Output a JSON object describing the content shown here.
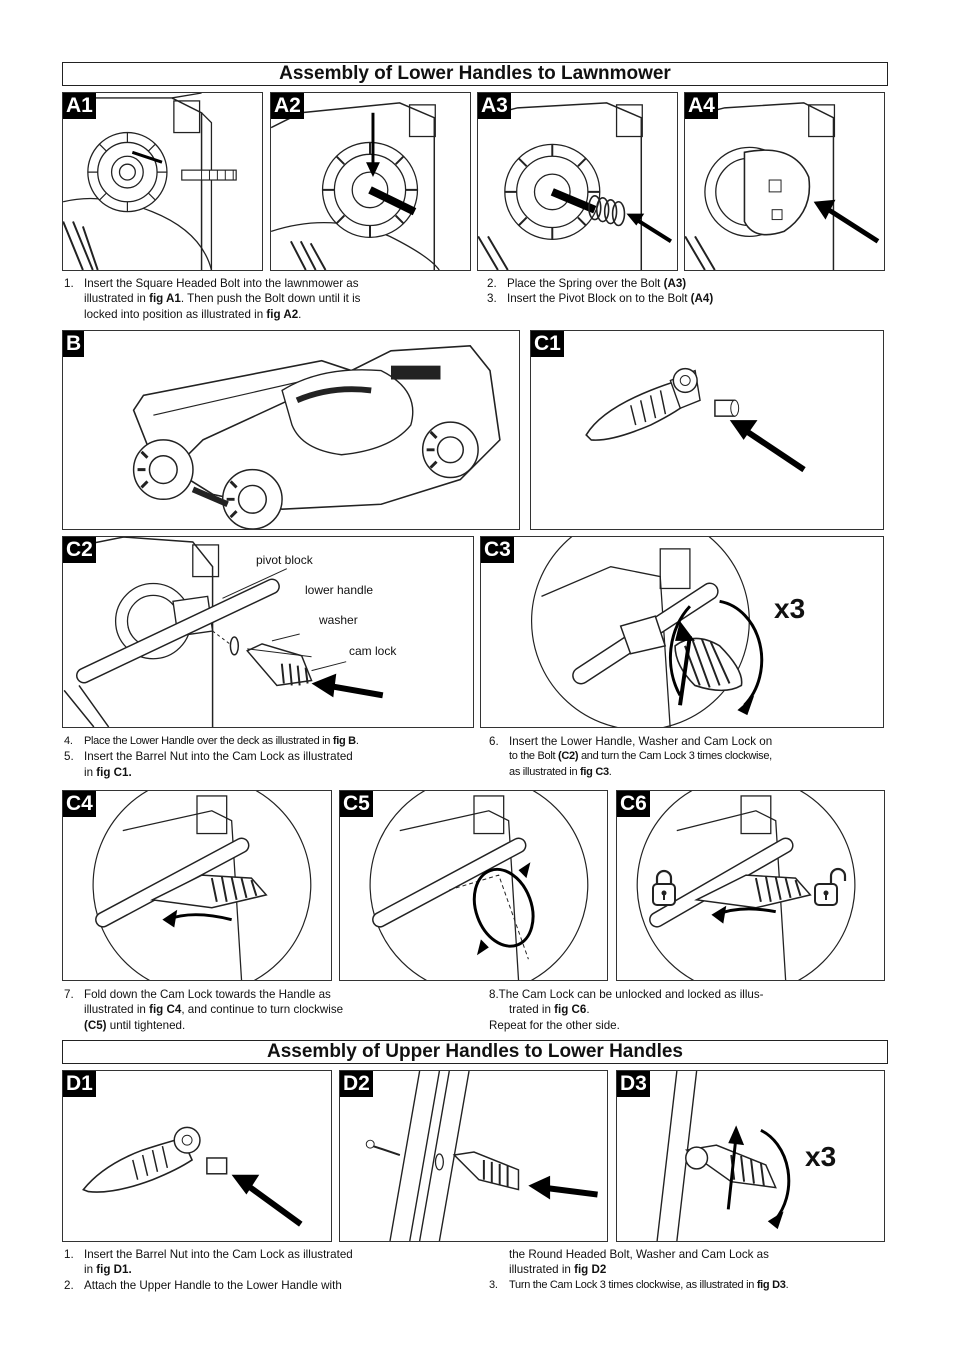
{
  "section1": {
    "title": "Assembly of Lower Handles to Lawnmower"
  },
  "section2": {
    "title": "Assembly of Upper Handles to Lower Handles"
  },
  "figs": {
    "A1": "A1",
    "A2": "A2",
    "A3": "A3",
    "A4": "A4",
    "B": "B",
    "C1": "C1",
    "C2": "C2",
    "C3": "C3",
    "C4": "C4",
    "C5": "C5",
    "C6": "C6",
    "D1": "D1",
    "D2": "D2",
    "D3": "D3"
  },
  "c2_labels": {
    "pivot_block": "pivot block",
    "lower_handle": "lower handle",
    "washer": "washer",
    "cam_lock": "cam lock"
  },
  "c3_times": "x3",
  "d3_times": "x3",
  "steps": {
    "s1": {
      "num": "1.",
      "a": "Insert the Square Headed Bolt into the lawnmower as",
      "b": "illustrated in ",
      "b_fig": "fig A1",
      "b_rest": ".  Then push the Bolt down until it is",
      "c": "locked into position as illustrated in ",
      "c_fig": "fig A2",
      "c_end": "."
    },
    "s2": {
      "num": "2.",
      "text": "Place the Spring over the Bolt ",
      "fig": "(A3)"
    },
    "s3": {
      "num": "3.",
      "text": "Insert the Pivot Block on to the Bolt ",
      "fig": "(A4)"
    },
    "s4": {
      "num": "4.",
      "text": "Place the Lower Handle over the deck as illustrated in ",
      "fig": "fig B",
      "end": "."
    },
    "s5": {
      "num": "5.",
      "a": "Insert the Barrel Nut into the Cam Lock as illustrated",
      "b": "in ",
      "b_fig": "fig C1."
    },
    "s6": {
      "num": "6.",
      "a": "Insert the Lower Handle, Washer and Cam Lock on",
      "b": "to the Bolt ",
      "b_fig": "(C2)",
      "b_rest": " and turn the Cam Lock 3 times clockwise,",
      "c": "as illustrated in ",
      "c_fig": "fig C3",
      "c_end": "."
    },
    "s7": {
      "num": "7.",
      "a": "Fold down the Cam Lock towards the Handle as",
      "b": "illustrated in ",
      "b_fig": "fig C4",
      "b_rest": ", and continue to turn clockwise",
      "c_fig": "(C5)",
      "c_rest": " until tightened."
    },
    "s8": {
      "a": "8.The Cam Lock can be unlocked and locked as illus-",
      "b": "trated in ",
      "b_fig": "fig C6",
      "b_end": ".",
      "c": "Repeat for the other side."
    },
    "d1": {
      "num": "1.",
      "a": "Insert the Barrel Nut into the Cam Lock as illustrated",
      "b": "in ",
      "b_fig": "fig D1."
    },
    "d2": {
      "num": "2.",
      "a": "Attach the Upper Handle to the Lower Handle with",
      "b": "the Round Headed Bolt, Washer and Cam Lock as",
      "c": "illustrated in ",
      "c_fig": "fig D2"
    },
    "d3": {
      "num": "3.",
      "text": "Turn the Cam Lock 3 times clockwise, as illustrated in ",
      "fig": "fig D3",
      "end": "."
    }
  }
}
